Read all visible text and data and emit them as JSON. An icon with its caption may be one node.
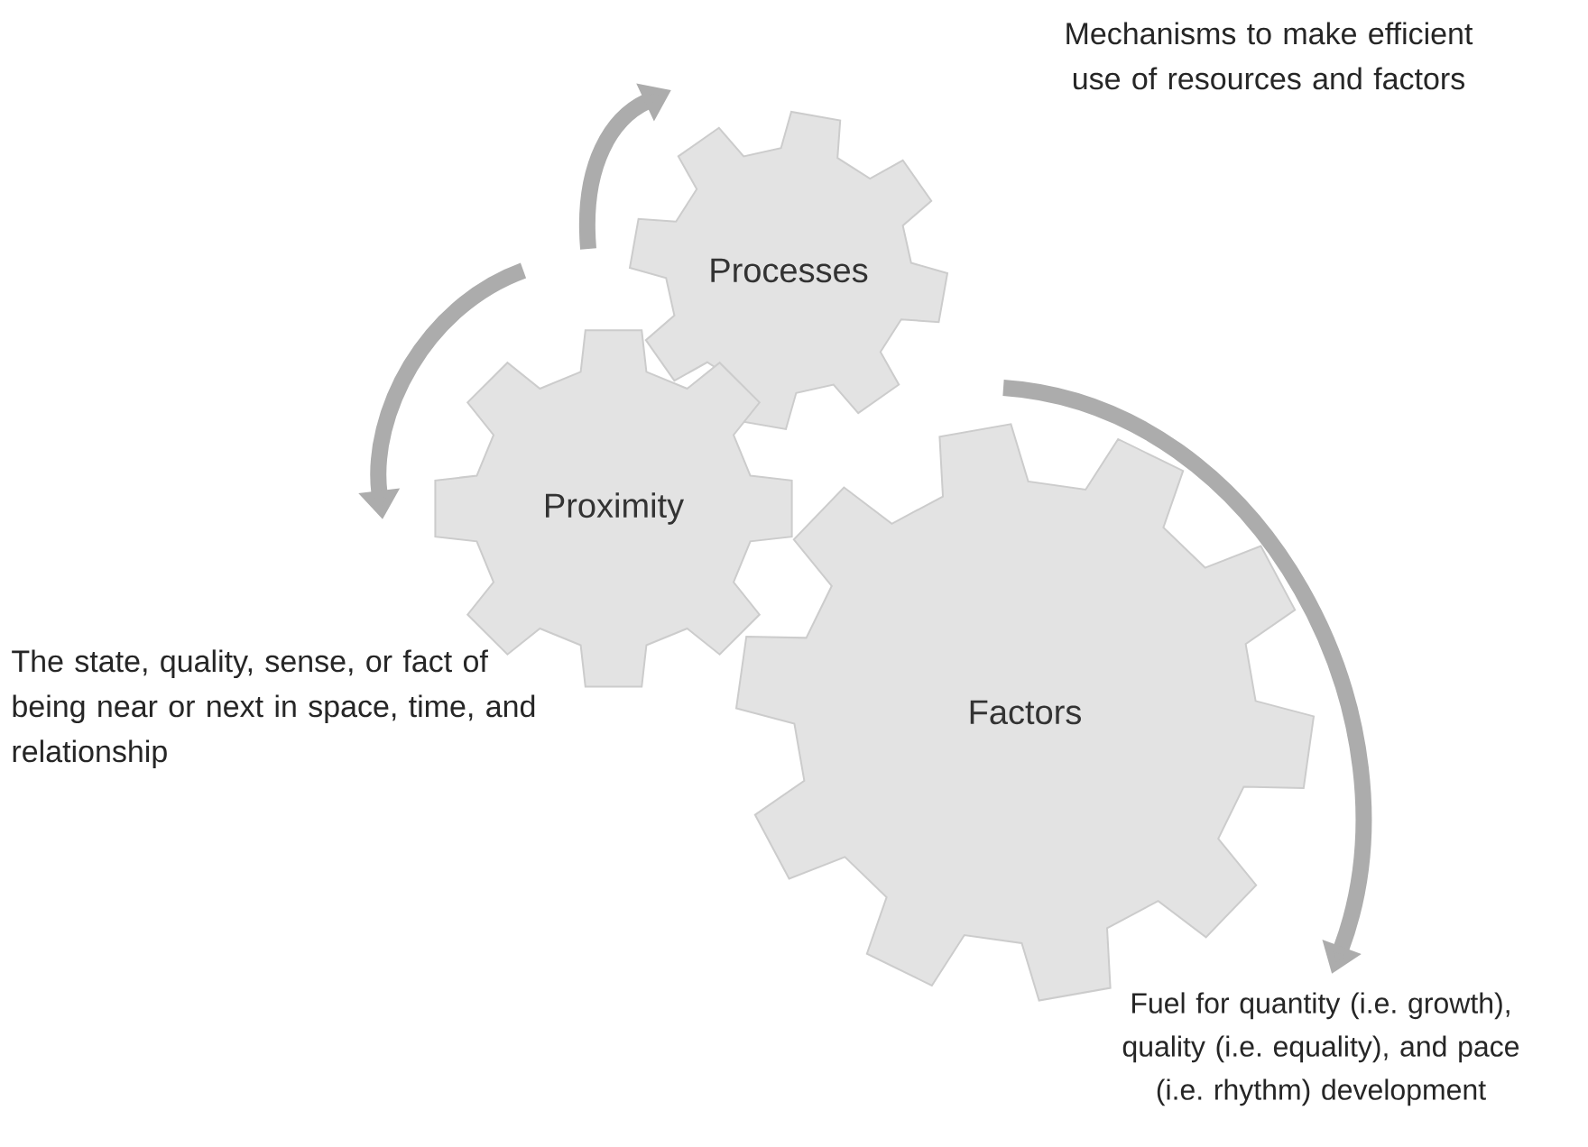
{
  "diagram": {
    "nodes": [
      {
        "text": [
          "Processes"
        ]
      },
      {
        "text": [
          "Proximity"
        ],
        "beside": [
          "The state, quality, sense, or fact of being near or next in space, time, and relationship"
        ]
      },
      {
        "text": [
          "Factors"
        ],
        "beside": [
          "Fuel for quantity (i.e. growth), quality (i.e. equality), and pace (i.e. rhythm) development"
        ]
      }
    ],
    "labels": [
      "Mechanisms to make efficient use of resources and factors"
    ]
  }
}
